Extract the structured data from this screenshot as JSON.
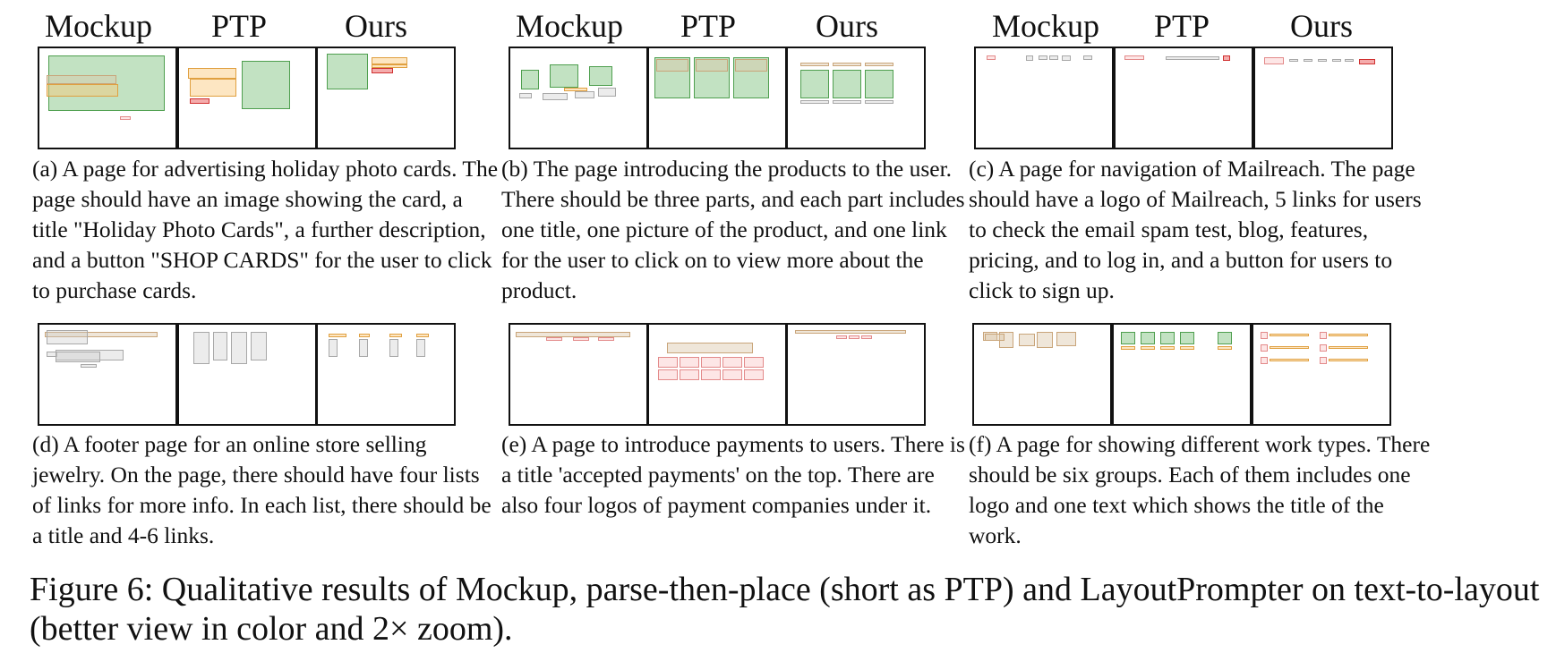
{
  "figure": {
    "caption": "Figure 6: Qualitative results of Mockup, parse-then-place (short as PTP) and LayoutPrompter on text-to-layout (better view in color and 2× zoom).",
    "column_heads": [
      "Mockup",
      "PTP",
      "Ours"
    ],
    "panels": [
      {
        "id": "a",
        "caption": "(a) A page for advertising holiday photo cards. The page should have an image showing the card, a title \"Holiday Photo Cards\", a further description, and a button \"SHOP CARDS\" for the user to click to purchase cards."
      },
      {
        "id": "b",
        "caption": "(b) The page introducing the products to the user. There should be three parts, and each part includes one title, one picture of the product, and one link for the user to click on to view more about the product."
      },
      {
        "id": "c",
        "caption": "(c) A page for navigation of Mailreach. The page should have a logo of Mailreach, 5 links for users to check the email spam test, blog, features, pricing, and to log in, and a button for users to click to sign up."
      },
      {
        "id": "d",
        "caption": "(d) A footer page for an online store selling jewelry. On the page, there should have four lists of links for more info. In each list, there should be a title and 4-6 links."
      },
      {
        "id": "e",
        "caption": "(e) A page to introduce payments to users. There is a title 'accepted payments' on the top. There are also four logos of payment companies under it."
      },
      {
        "id": "f",
        "caption": "(f) A page for showing different work types. There should be six groups. Each of them includes one logo and one text which shows the title of the work."
      }
    ]
  }
}
